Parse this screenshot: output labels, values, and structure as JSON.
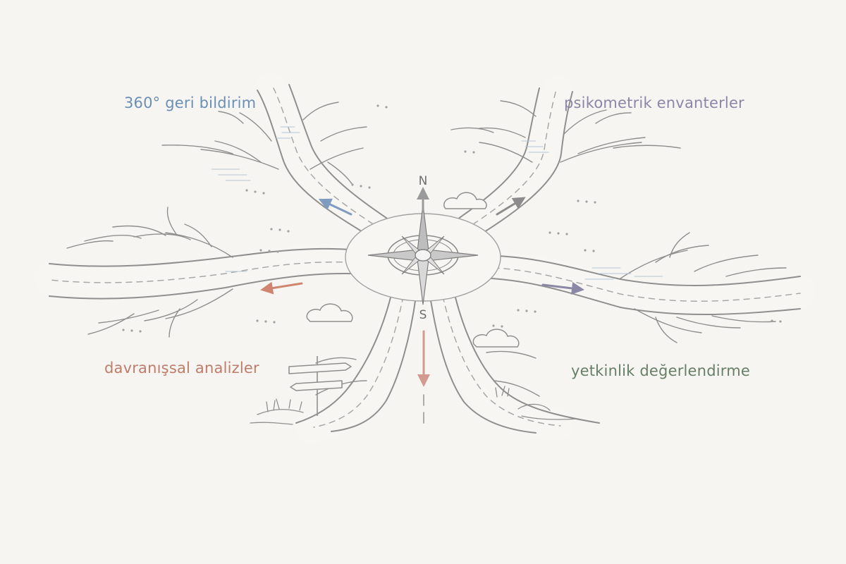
{
  "compass": {
    "north": "N",
    "south": "S"
  },
  "paths": [
    {
      "id": "nw",
      "label": "360° geri bildirim",
      "color": "#6a8fb8"
    },
    {
      "id": "ne",
      "label": "psikometrik envanterler",
      "color": "#8c86a8"
    },
    {
      "id": "sw",
      "label": "davranışsal analizler",
      "color": "#c27c6a"
    },
    {
      "id": "se",
      "label": "yetkinlik değerlendirme",
      "color": "#667f66"
    }
  ],
  "arrow_colors": {
    "north": "#9a9a9a",
    "south": "#d39a90",
    "west": "#d08571",
    "east": "#8a88a6",
    "northwest": "#7f9cc0",
    "northeast": "#8c8c8c"
  }
}
